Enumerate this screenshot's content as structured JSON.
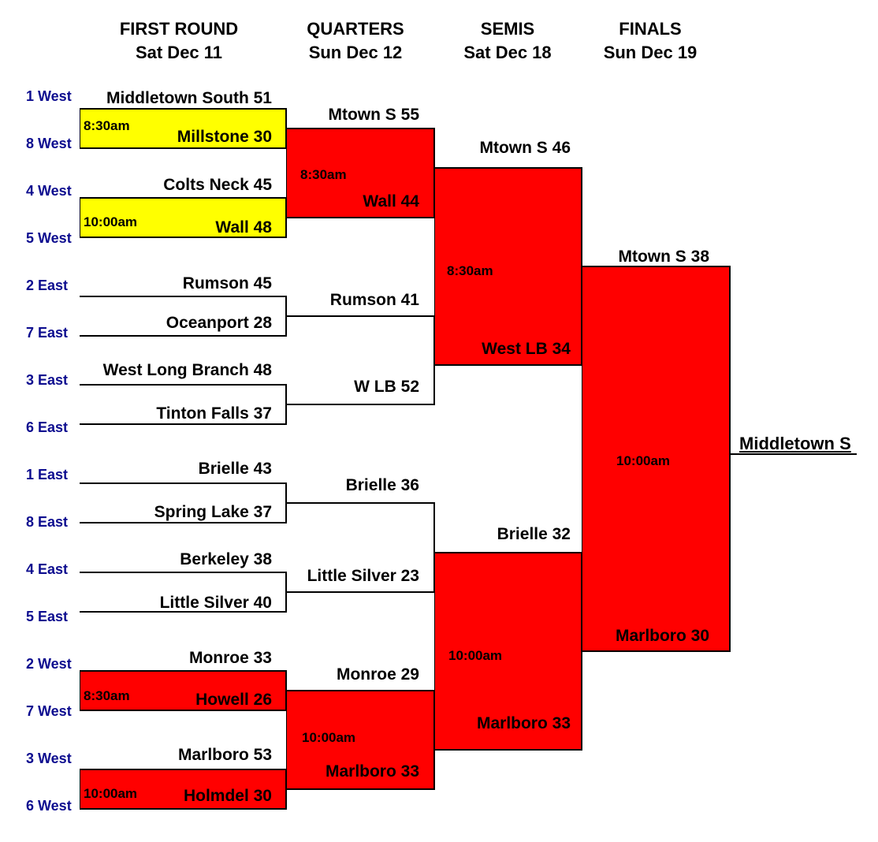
{
  "headers": [
    {
      "round": "FIRST ROUND",
      "date": "Sat Dec 11"
    },
    {
      "round": "QUARTERS",
      "date": "Sun Dec 12"
    },
    {
      "round": "SEMIS",
      "date": "Sat Dec 18"
    },
    {
      "round": "FINALS",
      "date": "Sun Dec 19"
    }
  ],
  "seeds": [
    "1 West",
    "8 West",
    "4 West",
    "5 West",
    "2 East",
    "7 East",
    "3 East",
    "6 East",
    "1 East",
    "8 East",
    "4 East",
    "5 East",
    "2 West",
    "7 West",
    "3 West",
    "6 West"
  ],
  "first_round": [
    {
      "top": "Middletown South 51",
      "bottom": "Millstone 30",
      "time": "8:30am"
    },
    {
      "top": "Colts Neck 45",
      "bottom": "Wall 48",
      "time": "10:00am"
    },
    {
      "top": "Rumson 45",
      "bottom": "Oceanport 28",
      "time": ""
    },
    {
      "top": "West Long Branch 48",
      "bottom": "Tinton Falls 37",
      "time": ""
    },
    {
      "top": "Brielle 43",
      "bottom": "Spring Lake 37",
      "time": ""
    },
    {
      "top": "Berkeley 38",
      "bottom": "Little Silver 40",
      "time": ""
    },
    {
      "top": "Monroe 33",
      "bottom": "Howell 26",
      "time": "8:30am"
    },
    {
      "top": "Marlboro 53",
      "bottom": "Holmdel 30",
      "time": "10:00am"
    }
  ],
  "quarters": [
    {
      "top": "Mtown S 55",
      "bottom": "Wall 44",
      "time": "8:30am"
    },
    {
      "top": "Rumson 41",
      "bottom": "W LB 52",
      "time": ""
    },
    {
      "top": "Brielle 36",
      "bottom": "Little Silver 23",
      "time": ""
    },
    {
      "top": "Monroe 29",
      "bottom": "Marlboro 33",
      "time": "10:00am"
    }
  ],
  "semis": [
    {
      "top": "Mtown S 46",
      "bottom": "West LB 34",
      "time": "8:30am"
    },
    {
      "top": "Brielle 32",
      "bottom": "Marlboro 33",
      "time": "10:00am"
    }
  ],
  "finals": {
    "top": "Mtown S 38",
    "bottom": "Marlboro 30",
    "time": "10:00am"
  },
  "champion": "Middletown S",
  "colors": {
    "scheduled_first_round": "#ffff00",
    "scheduled_game": "#ff0000",
    "seed_text": "#0d0d8f"
  }
}
